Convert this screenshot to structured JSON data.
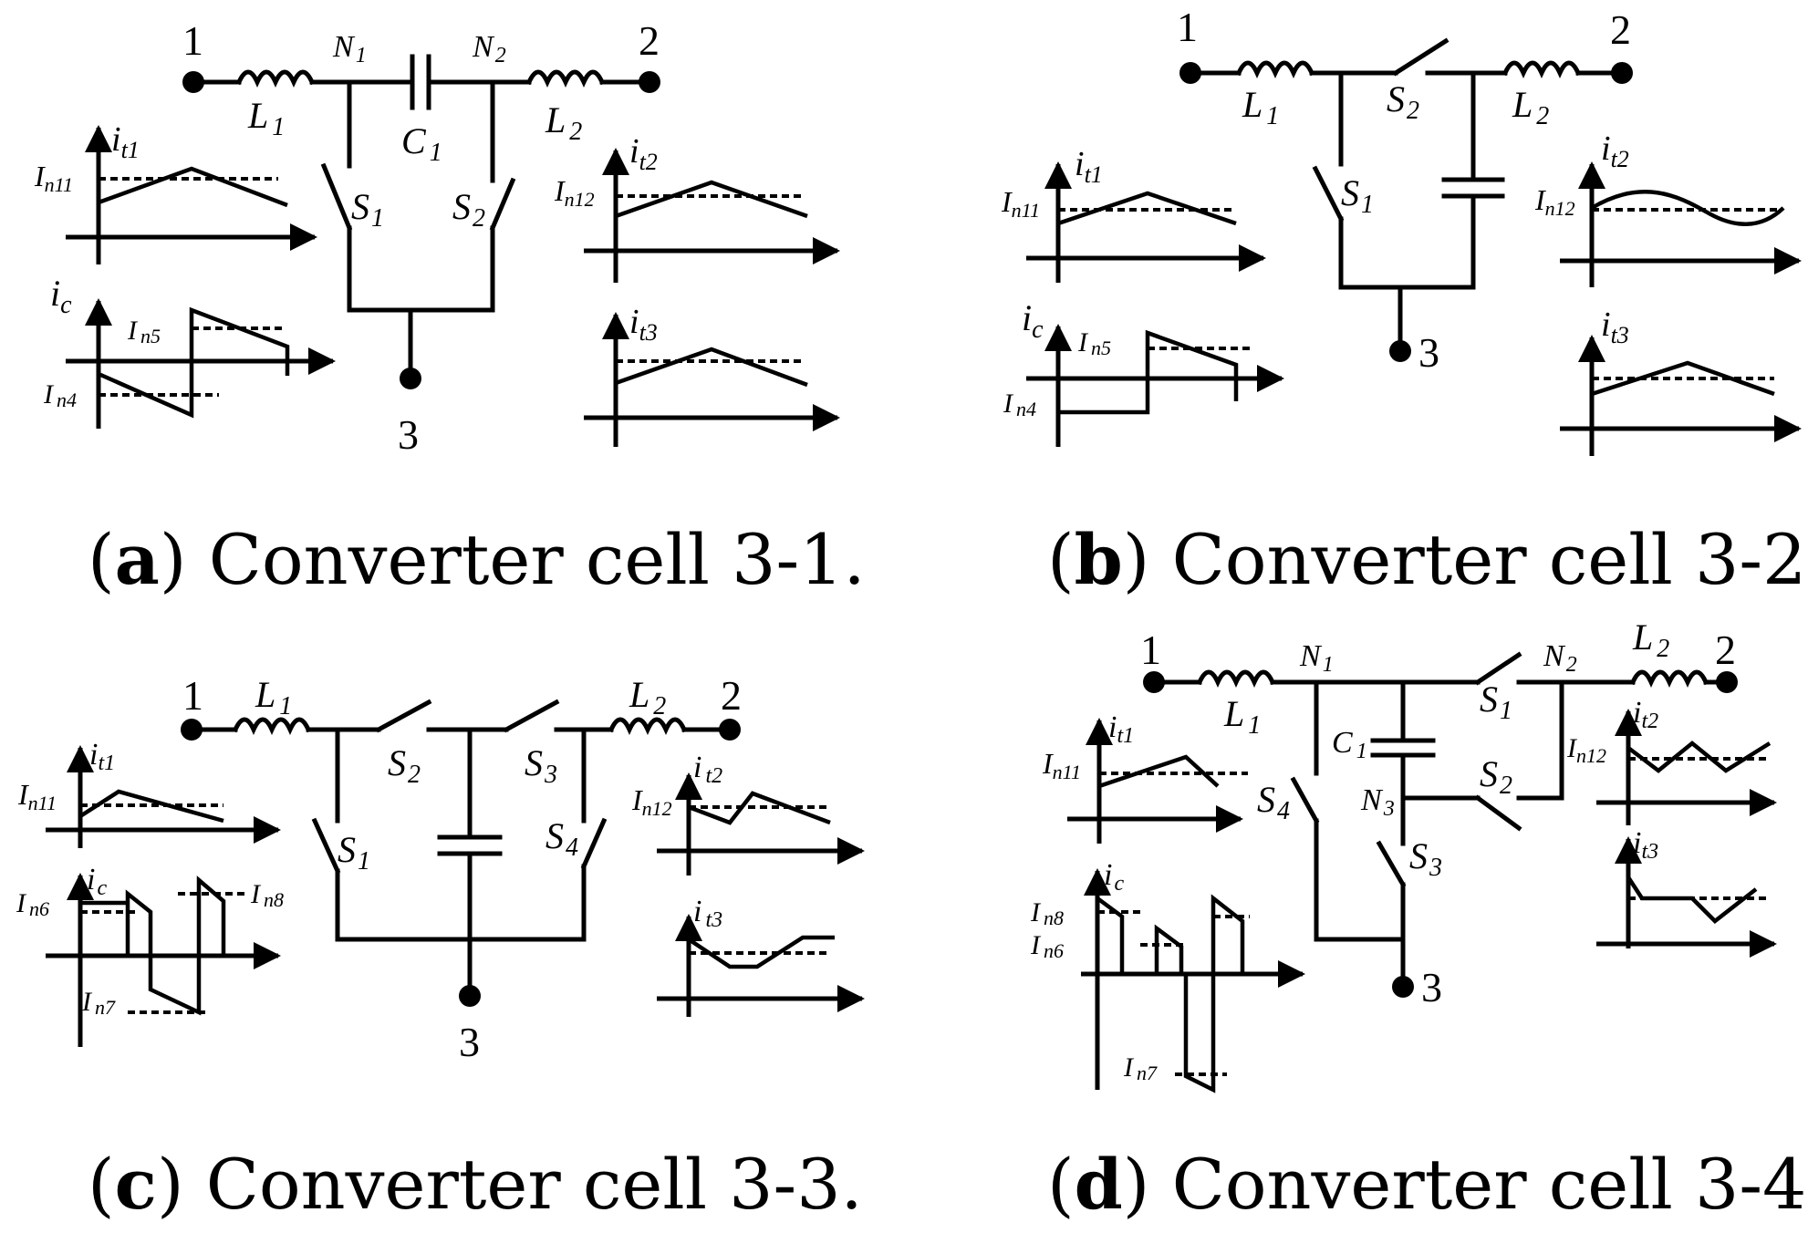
{
  "panels": {
    "a": {
      "caption_letter": "a",
      "caption_text": "Converter cell 3-1.",
      "terminals": [
        "1",
        "2",
        "3"
      ],
      "inductors": [
        "L",
        "1",
        "L",
        "2"
      ],
      "capacitor": [
        "C",
        "1"
      ],
      "nodes": [
        "N",
        "1",
        "N",
        "2"
      ],
      "switches": [
        "S",
        "1",
        "S",
        "2"
      ],
      "waves": [
        "i",
        "t1",
        "I",
        "n11",
        "i",
        "t2",
        "I",
        "n12",
        "i",
        "t3",
        "i",
        "c",
        "I",
        "n5",
        "I",
        "n4"
      ]
    },
    "b": {
      "caption_letter": "b",
      "caption_text": "Converter cell 3-2.",
      "terminals": [
        "1",
        "2",
        "3"
      ],
      "inductors": [
        "L",
        "1",
        "L",
        "2"
      ],
      "switches": [
        "S",
        "1",
        "S",
        "2"
      ],
      "waves": [
        "i",
        "t1",
        "I",
        "n11",
        "i",
        "t2",
        "I",
        "n12",
        "i",
        "t3",
        "i",
        "c",
        "I",
        "n5",
        "I",
        "n4"
      ]
    },
    "c": {
      "caption_letter": "c",
      "caption_text": "Converter cell 3-3.",
      "terminals": [
        "1",
        "2",
        "3"
      ],
      "inductors": [
        "L",
        "1",
        "L",
        "2"
      ],
      "switches": [
        "S",
        "1",
        "S",
        "2",
        "S",
        "3",
        "S",
        "4"
      ],
      "waves": [
        "i",
        "t1",
        "I",
        "n11",
        "i",
        "t2",
        "I",
        "n12",
        "i",
        "t3",
        "i",
        "c",
        "I",
        "n6",
        "I",
        "n8",
        "I",
        "n7"
      ]
    },
    "d": {
      "caption_letter": "d",
      "caption_text": "Converter cell 3-4.",
      "terminals": [
        "1",
        "2",
        "3"
      ],
      "inductors": [
        "L",
        "1",
        "L",
        "2"
      ],
      "capacitor": [
        "C",
        "1"
      ],
      "nodes": [
        "N",
        "1",
        "N",
        "2",
        "N",
        "3"
      ],
      "switches": [
        "S",
        "1",
        "S",
        "2",
        "S",
        "3",
        "S",
        "4"
      ],
      "waves": [
        "i",
        "t1",
        "I",
        "n11",
        "i",
        "t2",
        "I",
        "n12",
        "i",
        "t3",
        "i",
        "c",
        "I",
        "n8",
        "I",
        "n6",
        "I",
        "n7"
      ]
    }
  }
}
